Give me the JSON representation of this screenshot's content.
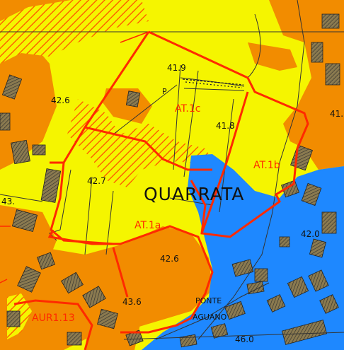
{
  "map": {
    "place_name": "QUARRATA",
    "locality": {
      "line1": "PONTE",
      "line2": "AGUANO"
    },
    "zone_labels": [
      "AT.1c",
      "AT.1b",
      "AT.1a",
      "AUR1.13"
    ],
    "elevations": [
      "41.9",
      "42.6",
      "41.8",
      "42.7",
      "42.0",
      "42.6",
      "43.6",
      "46.0",
      "41.",
      "43."
    ],
    "marker": "P",
    "colors": {
      "residential_yellow": "#f5f500",
      "green_orange": "#f28c00",
      "water_blue": "#1e88ff",
      "boundary_red": "#ff2a00",
      "buildings": "#5a4a2a"
    }
  }
}
